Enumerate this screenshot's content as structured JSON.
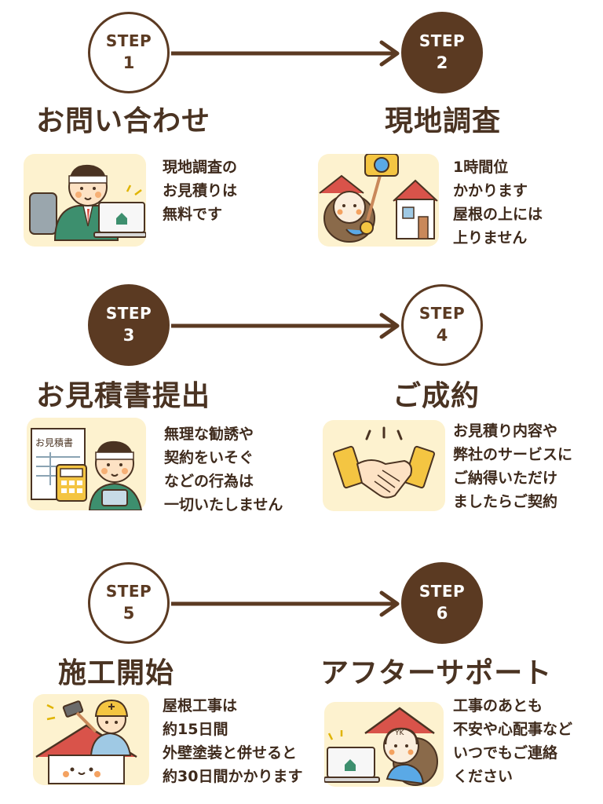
{
  "steps": [
    {
      "label": "STEP",
      "num": "1",
      "title": "お問い合わせ",
      "desc": [
        "現地調査の",
        "お見積りは",
        "無料です"
      ]
    },
    {
      "label": "STEP",
      "num": "2",
      "title": "現地調査",
      "desc": [
        "1時間位",
        "かかります",
        "屋根の上には",
        "上りません"
      ]
    },
    {
      "label": "STEP",
      "num": "3",
      "title": "お見積書提出",
      "desc": [
        "無理な勧誘や",
        "契約をいそぐ",
        "などの行為は",
        "一切いたしません"
      ]
    },
    {
      "label": "STEP",
      "num": "4",
      "title": "ご成約",
      "desc": [
        "お見積り内容や",
        "弊社のサービスに",
        "ご納得いただけ",
        "ましたらご契約"
      ]
    },
    {
      "label": "STEP",
      "num": "5",
      "title": "施工開始",
      "desc": [
        "屋根工事は",
        "約15日間",
        "外壁塗装と併せると",
        "約30日間かかります"
      ]
    },
    {
      "label": "STEP",
      "num": "6",
      "title": "アフターサポート",
      "desc": [
        "工事のあとも",
        "不安や心配事など",
        "いつでもご連絡",
        "ください"
      ]
    }
  ],
  "illustration_text": {
    "estimate_doc": "お見積書",
    "mascot_badge": "YK"
  },
  "colors": {
    "brown": "#5b3a22",
    "cream": "#fdf2cf",
    "text": "#3e2a1c"
  }
}
